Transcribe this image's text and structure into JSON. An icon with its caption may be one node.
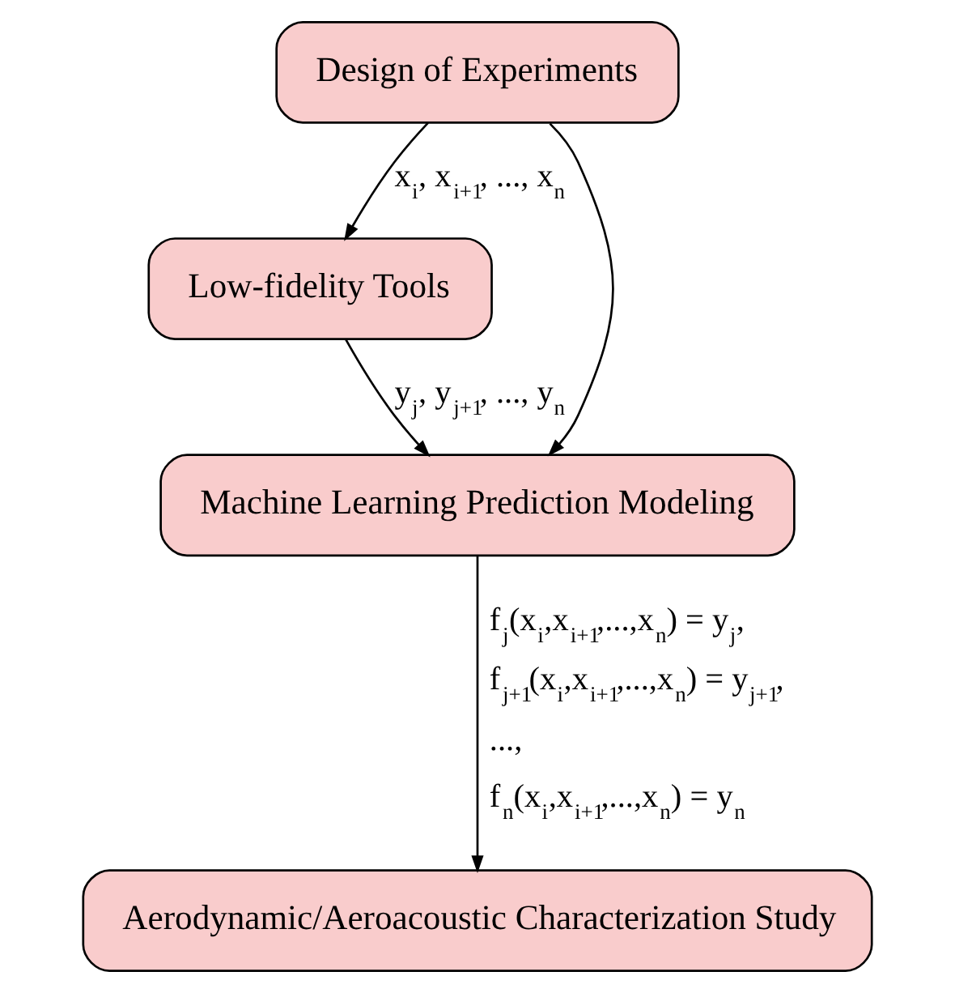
{
  "diagram": {
    "nodes": [
      {
        "text": [
          "Design of Experiments"
        ]
      },
      {
        "text": [
          "Low-fidelity Tools"
        ]
      },
      {
        "text": [
          "Machine Learning Prediction Modeling"
        ]
      },
      {
        "text": [
          "Aerodynamic/Aeroacoustic Characterization Study"
        ]
      }
    ],
    "edges": [
      {
        "from": 0,
        "to": 1,
        "arrow": "to",
        "label": "x$_{i}$, x$_{i+1}$, ..., x$_{n}$"
      },
      {
        "from": 0,
        "to": 2,
        "arrow": "to"
      },
      {
        "from": 1,
        "to": 2,
        "arrow": "to",
        "label": "y$_{j}$, y$_{j+1}$, ..., y$_{n}$"
      },
      {
        "from": 2,
        "to": 3,
        "arrow": "to",
        "label": "f$_{j}$(x$_{i}$,x$_{i+1}$,...,x$_{n}$) = y$_{j}$, f$_{j+1}$(x$_{i}$,x$_{i+1}$,...,x$_{n}$) = y$_{j+1}$, ..., f$_{n}$(x$_{i}$,x$_{i+1}$,...,x$_{n}$) = y$_{n}$"
      }
    ]
  }
}
